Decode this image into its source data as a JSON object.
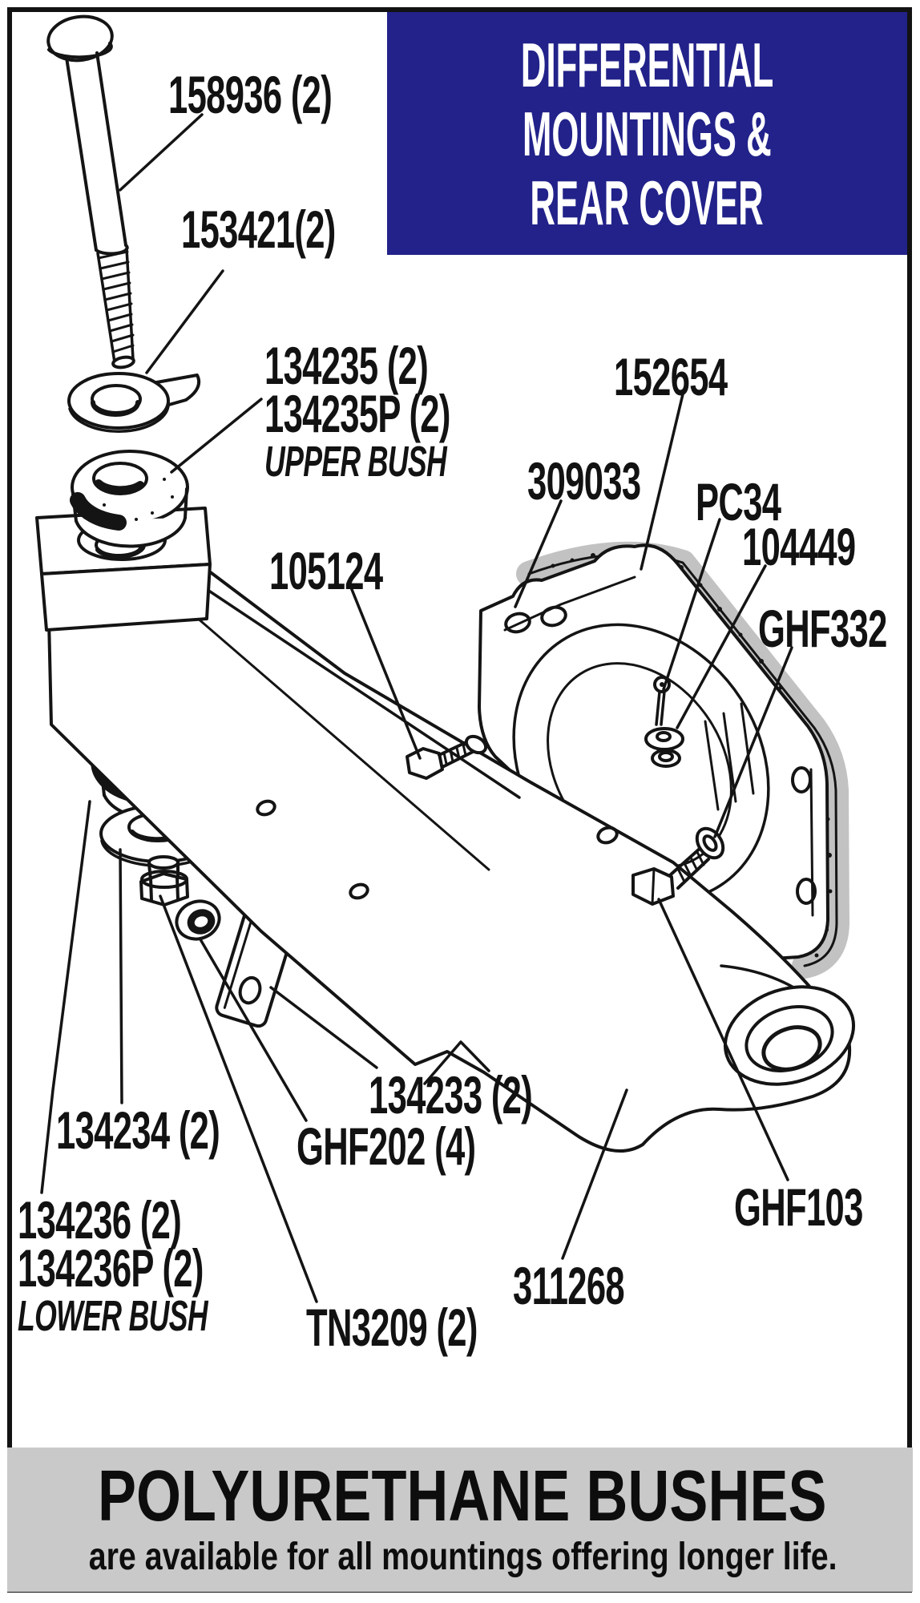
{
  "title_block": {
    "bg_color": "#22228a",
    "text_color": "#ffffff",
    "line1": "DIFFERENTIAL",
    "line2": "MOUNTINGS &",
    "line3": "REAR COVER"
  },
  "banner": {
    "bg_color": "#c9c9c9",
    "heading": "POLYURETHANE BUSHES",
    "subheading": "are available for all mountings offering longer life."
  },
  "labels": {
    "p158936": {
      "text": "158936 (2)"
    },
    "p153421": {
      "text": "153421(2)"
    },
    "p134235": {
      "line1": "134235 (2)",
      "line2": "134235P (2)",
      "line3": "UPPER BUSH"
    },
    "p105124": {
      "text": "105124"
    },
    "p152654": {
      "text": "152654"
    },
    "p309033": {
      "text": "309033"
    },
    "pPC34": {
      "text": "PC34"
    },
    "p104449": {
      "text": "104449"
    },
    "pGHF332": {
      "text": "GHF332"
    },
    "p134234": {
      "text": "134234 (2)"
    },
    "p134236": {
      "line1": "134236 (2)",
      "line2": "134236P (2)",
      "line3": "LOWER BUSH"
    },
    "p134233": {
      "text": "134233 (2)"
    },
    "pGHF202": {
      "text": "GHF202 (4)"
    },
    "pTN3209": {
      "text": "TN3209 (2)"
    },
    "p311268": {
      "text": "311268"
    },
    "pGHF103": {
      "text": "GHF103"
    }
  }
}
